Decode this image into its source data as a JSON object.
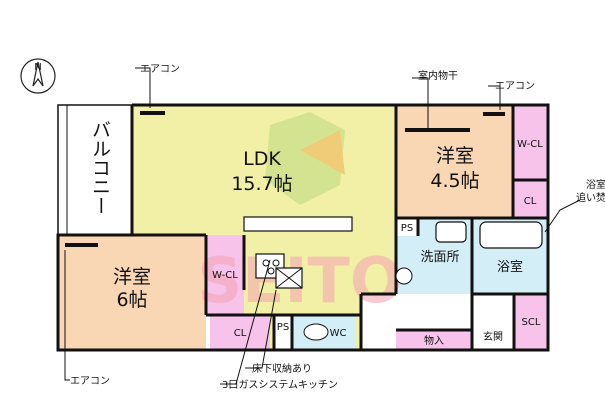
{
  "compass": {
    "north_label": "N"
  },
  "labels": {
    "ac_top": "エアコン",
    "ac_top_right": "エアコン",
    "ac_bottom": "エアコン",
    "drying_room": "室内物干",
    "balcony": "バルコニー",
    "ldk_name": "LDK",
    "ldk_size": "15.7帖",
    "western_room_a": "洋室",
    "western_room_a_size": "4.5帖",
    "western_room_b": "洋室",
    "western_room_b_size": "6帖",
    "wcl_a": "W-CL",
    "wcl_b": "W-CL",
    "cl_a": "CL",
    "cl_b": "CL",
    "ps_a": "PS",
    "ps_b": "PS",
    "washroom": "洗面所",
    "bathroom": "浴室",
    "wc": "WC",
    "storage": "物入",
    "entrance": "玄関",
    "scl": "SCL",
    "underfloor": "床下収納あり",
    "kitchen": "3口ガスシステムキッチン",
    "bath_note_1": "浴室",
    "bath_note_2": "追い焚",
    "watermark": "SEITO"
  },
  "colors": {
    "ldk": "#f2f0a6",
    "western": "#f9d6b4",
    "closet": "#f7c3ea",
    "water": "#d4eef7",
    "wall": "#111111"
  }
}
